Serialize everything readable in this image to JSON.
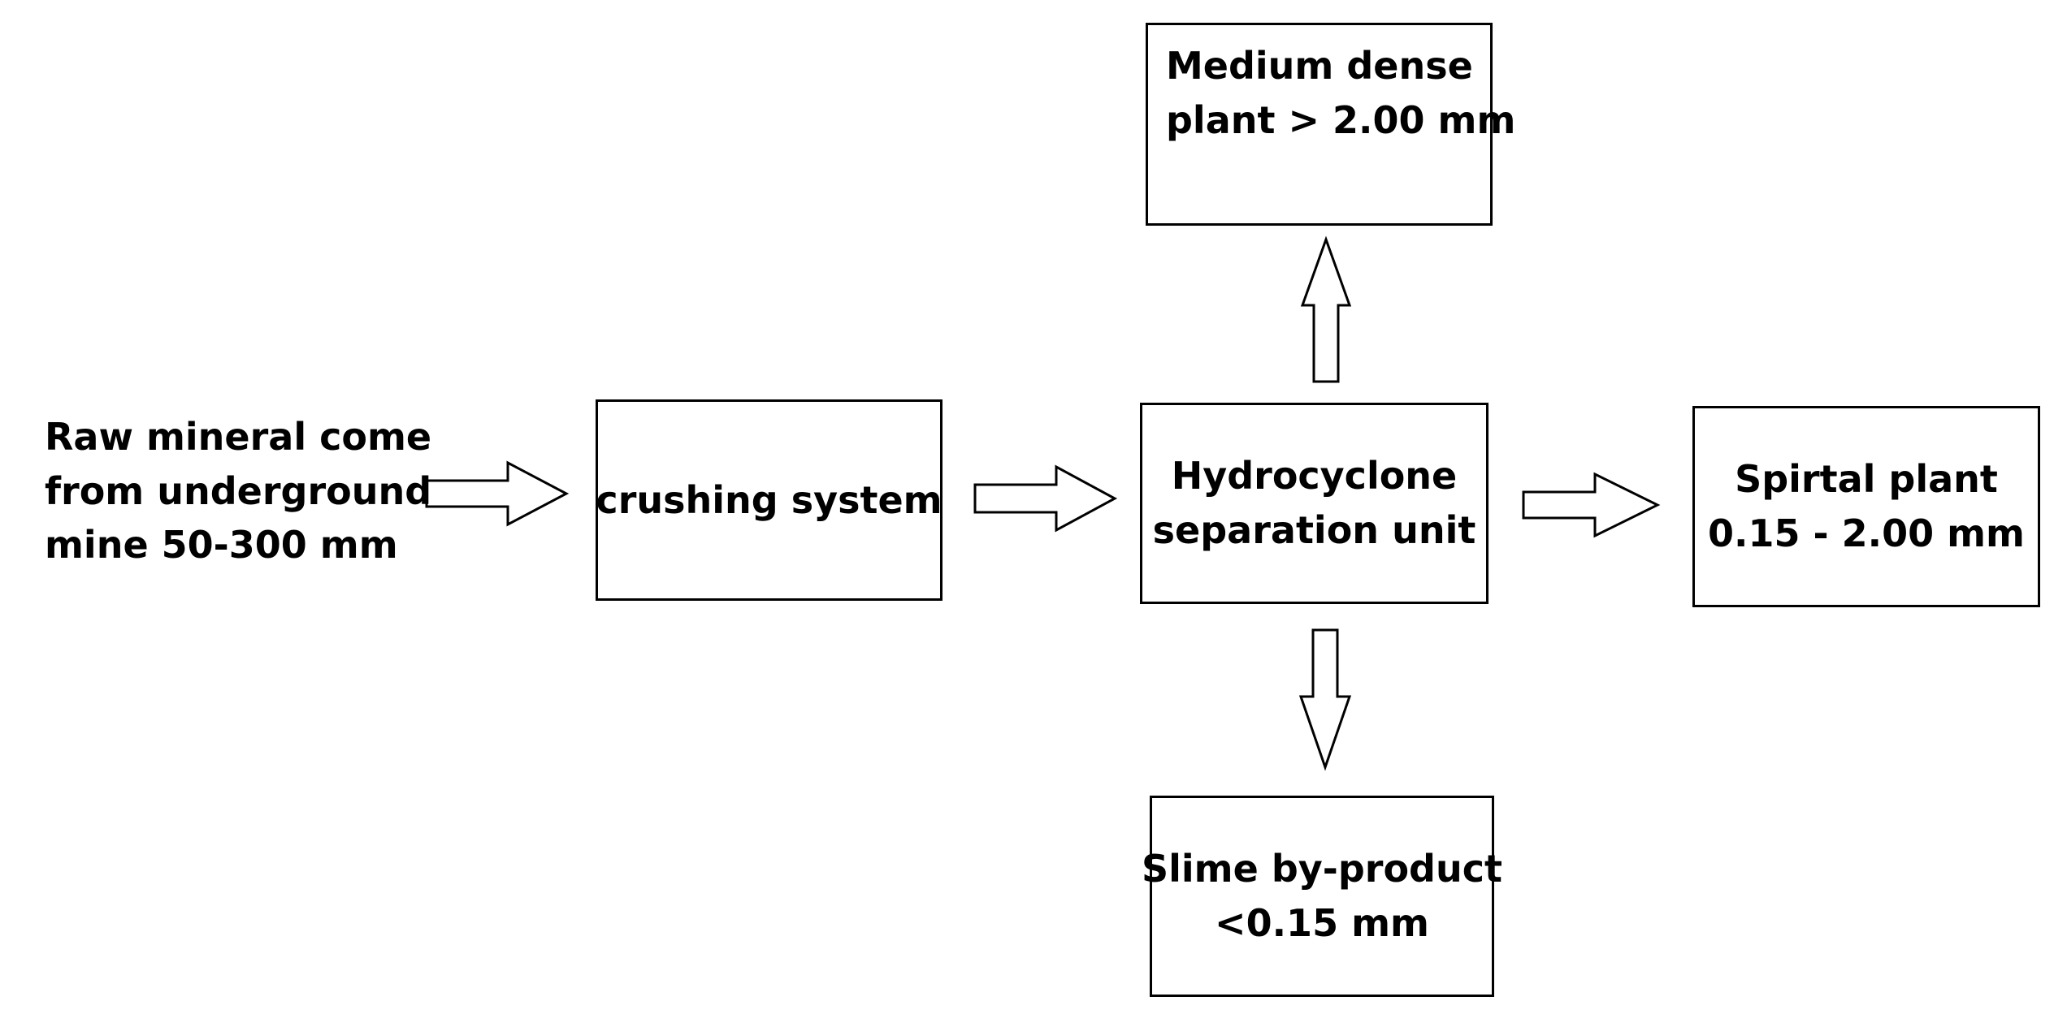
{
  "diagram": {
    "source": {
      "lines": [
        "Raw mineral come",
        "from underground",
        "mine 50-300 mm"
      ]
    },
    "nodes": {
      "crushing": {
        "lines": [
          "crushing system"
        ]
      },
      "hydrocyclone": {
        "lines": [
          "Hydrocyclone",
          "separation unit"
        ]
      },
      "medium_dense": {
        "lines": [
          "Medium dense",
          "plant > 2.00 mm"
        ]
      },
      "spiral": {
        "lines": [
          "Spirtal plant",
          "0.15 - 2.00 mm"
        ]
      },
      "slime": {
        "lines": [
          "Slime by-product",
          "<0.15 mm"
        ]
      }
    },
    "edges": [
      {
        "from": "source",
        "to": "crushing"
      },
      {
        "from": "crushing",
        "to": "hydrocyclone"
      },
      {
        "from": "hydrocyclone",
        "to": "medium_dense"
      },
      {
        "from": "hydrocyclone",
        "to": "spiral"
      },
      {
        "from": "hydrocyclone",
        "to": "slime"
      }
    ],
    "colors": {
      "stroke": "#000000",
      "fill": "#ffffff",
      "background": "#ffffff"
    }
  }
}
